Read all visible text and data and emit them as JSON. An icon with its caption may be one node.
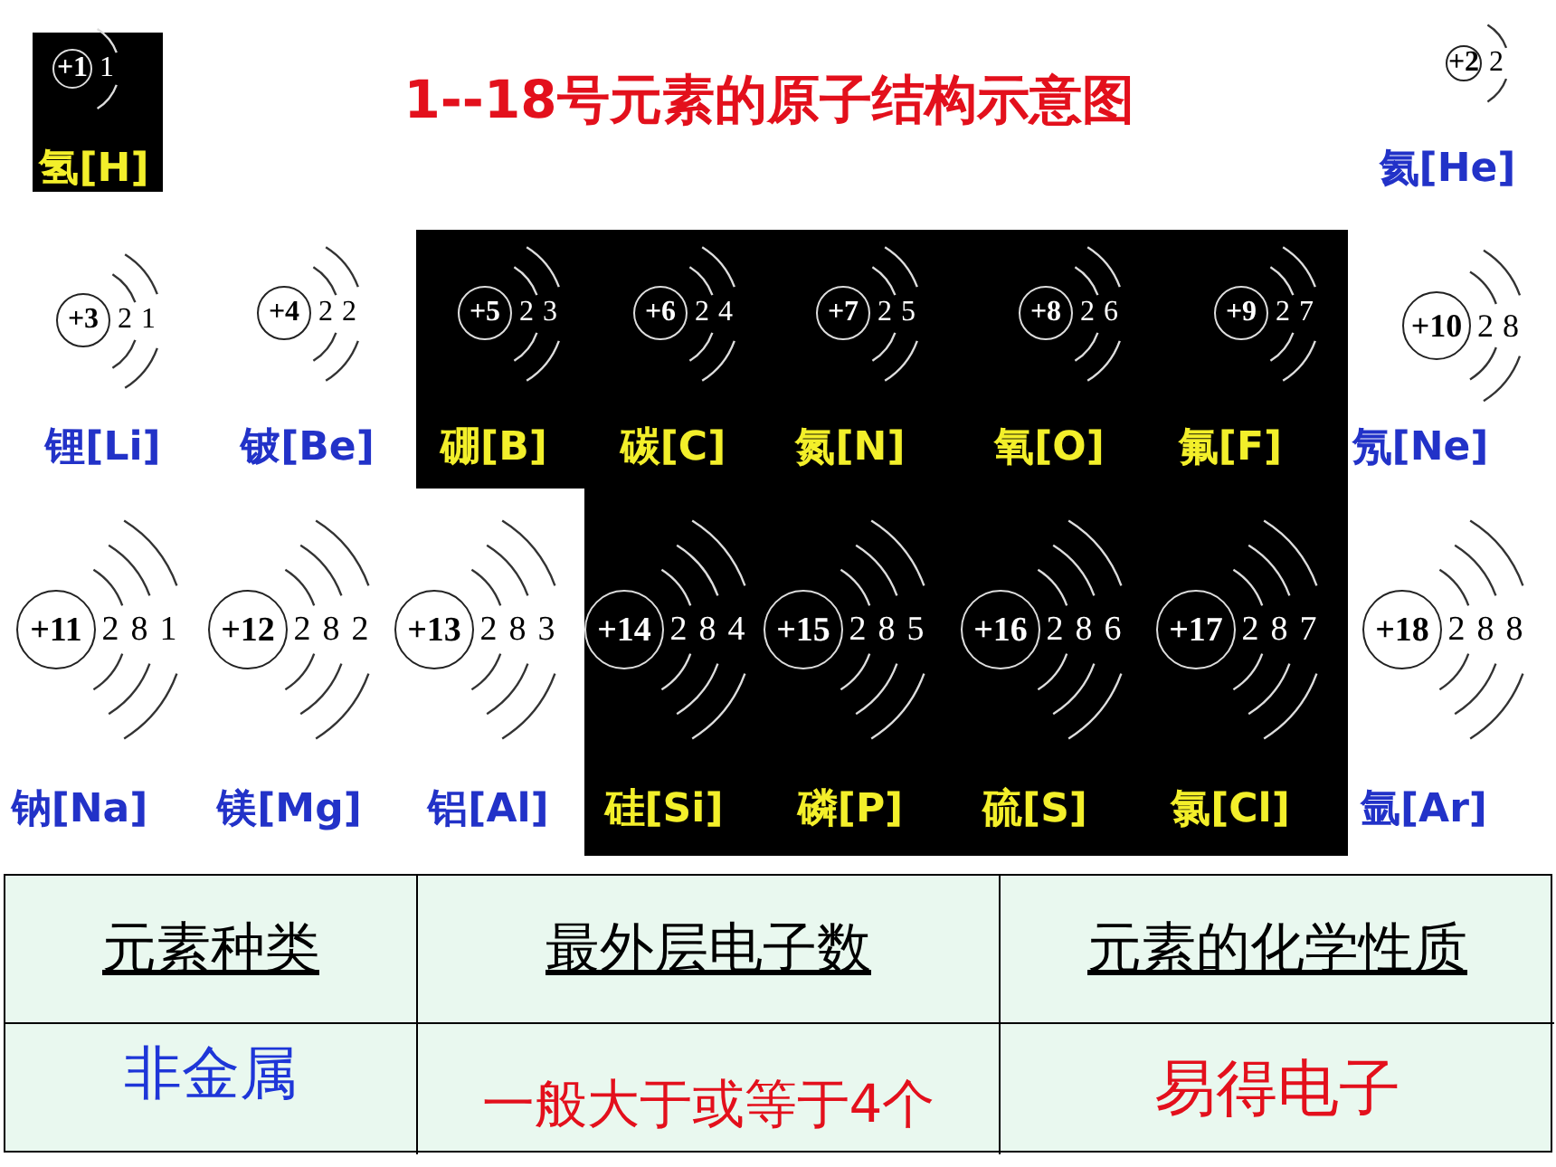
{
  "diagram": {
    "title": "1--18号元素的原子结构示意图",
    "nodes": [
      {
        "text": [
          "+1"
        ],
        "beside": [
          "1",
          "氢[H]"
        ]
      },
      {
        "text": [
          "+2"
        ],
        "beside": [
          "2",
          "氦[He]"
        ]
      },
      {
        "text": [
          "+3"
        ],
        "beside": [
          "2",
          "1",
          "锂[Li]"
        ]
      },
      {
        "text": [
          "+4"
        ],
        "beside": [
          "2",
          "2",
          "铍[Be]"
        ]
      },
      {
        "text": [
          "+5"
        ],
        "beside": [
          "2",
          "3",
          "硼[B]"
        ]
      },
      {
        "text": [
          "+6"
        ],
        "beside": [
          "2",
          "4",
          "碳[C]"
        ]
      },
      {
        "text": [
          "+7"
        ],
        "beside": [
          "2",
          "5",
          "氮[N]"
        ]
      },
      {
        "text": [
          "+8"
        ],
        "beside": [
          "2",
          "6",
          "氧[O]"
        ]
      },
      {
        "text": [
          "+9"
        ],
        "beside": [
          "2",
          "7",
          "氟[F]"
        ]
      },
      {
        "text": [
          "+10"
        ],
        "beside": [
          "2",
          "8",
          "氖[Ne]"
        ]
      },
      {
        "text": [
          "+11"
        ],
        "beside": [
          "2",
          "8",
          "1",
          "钠[Na]"
        ]
      },
      {
        "text": [
          "+12"
        ],
        "beside": [
          "2",
          "8",
          "2",
          "镁[Mg]"
        ]
      },
      {
        "text": [
          "+13"
        ],
        "beside": [
          "2",
          "8",
          "3",
          "铝[Al]"
        ]
      },
      {
        "text": [
          "+14"
        ],
        "beside": [
          "2",
          "8",
          "4",
          "硅[Si]"
        ]
      },
      {
        "text": [
          "+15"
        ],
        "beside": [
          "2",
          "8",
          "5",
          "磷[P]"
        ]
      },
      {
        "text": [
          "+16"
        ],
        "beside": [
          "2",
          "8",
          "6",
          "硫[S]"
        ]
      },
      {
        "text": [
          "+17"
        ],
        "beside": [
          "2",
          "8",
          "7",
          "氯[Cl]"
        ]
      },
      {
        "text": [
          "+18"
        ],
        "beside": [
          "2",
          "8",
          "8",
          "氩[Ar]"
        ]
      }
    ],
    "labels": [
      "元素种类",
      "最外层电子数",
      "元素的化学性质",
      "非金属",
      "一般大于或等于4个",
      "易得电子"
    ]
  }
}
